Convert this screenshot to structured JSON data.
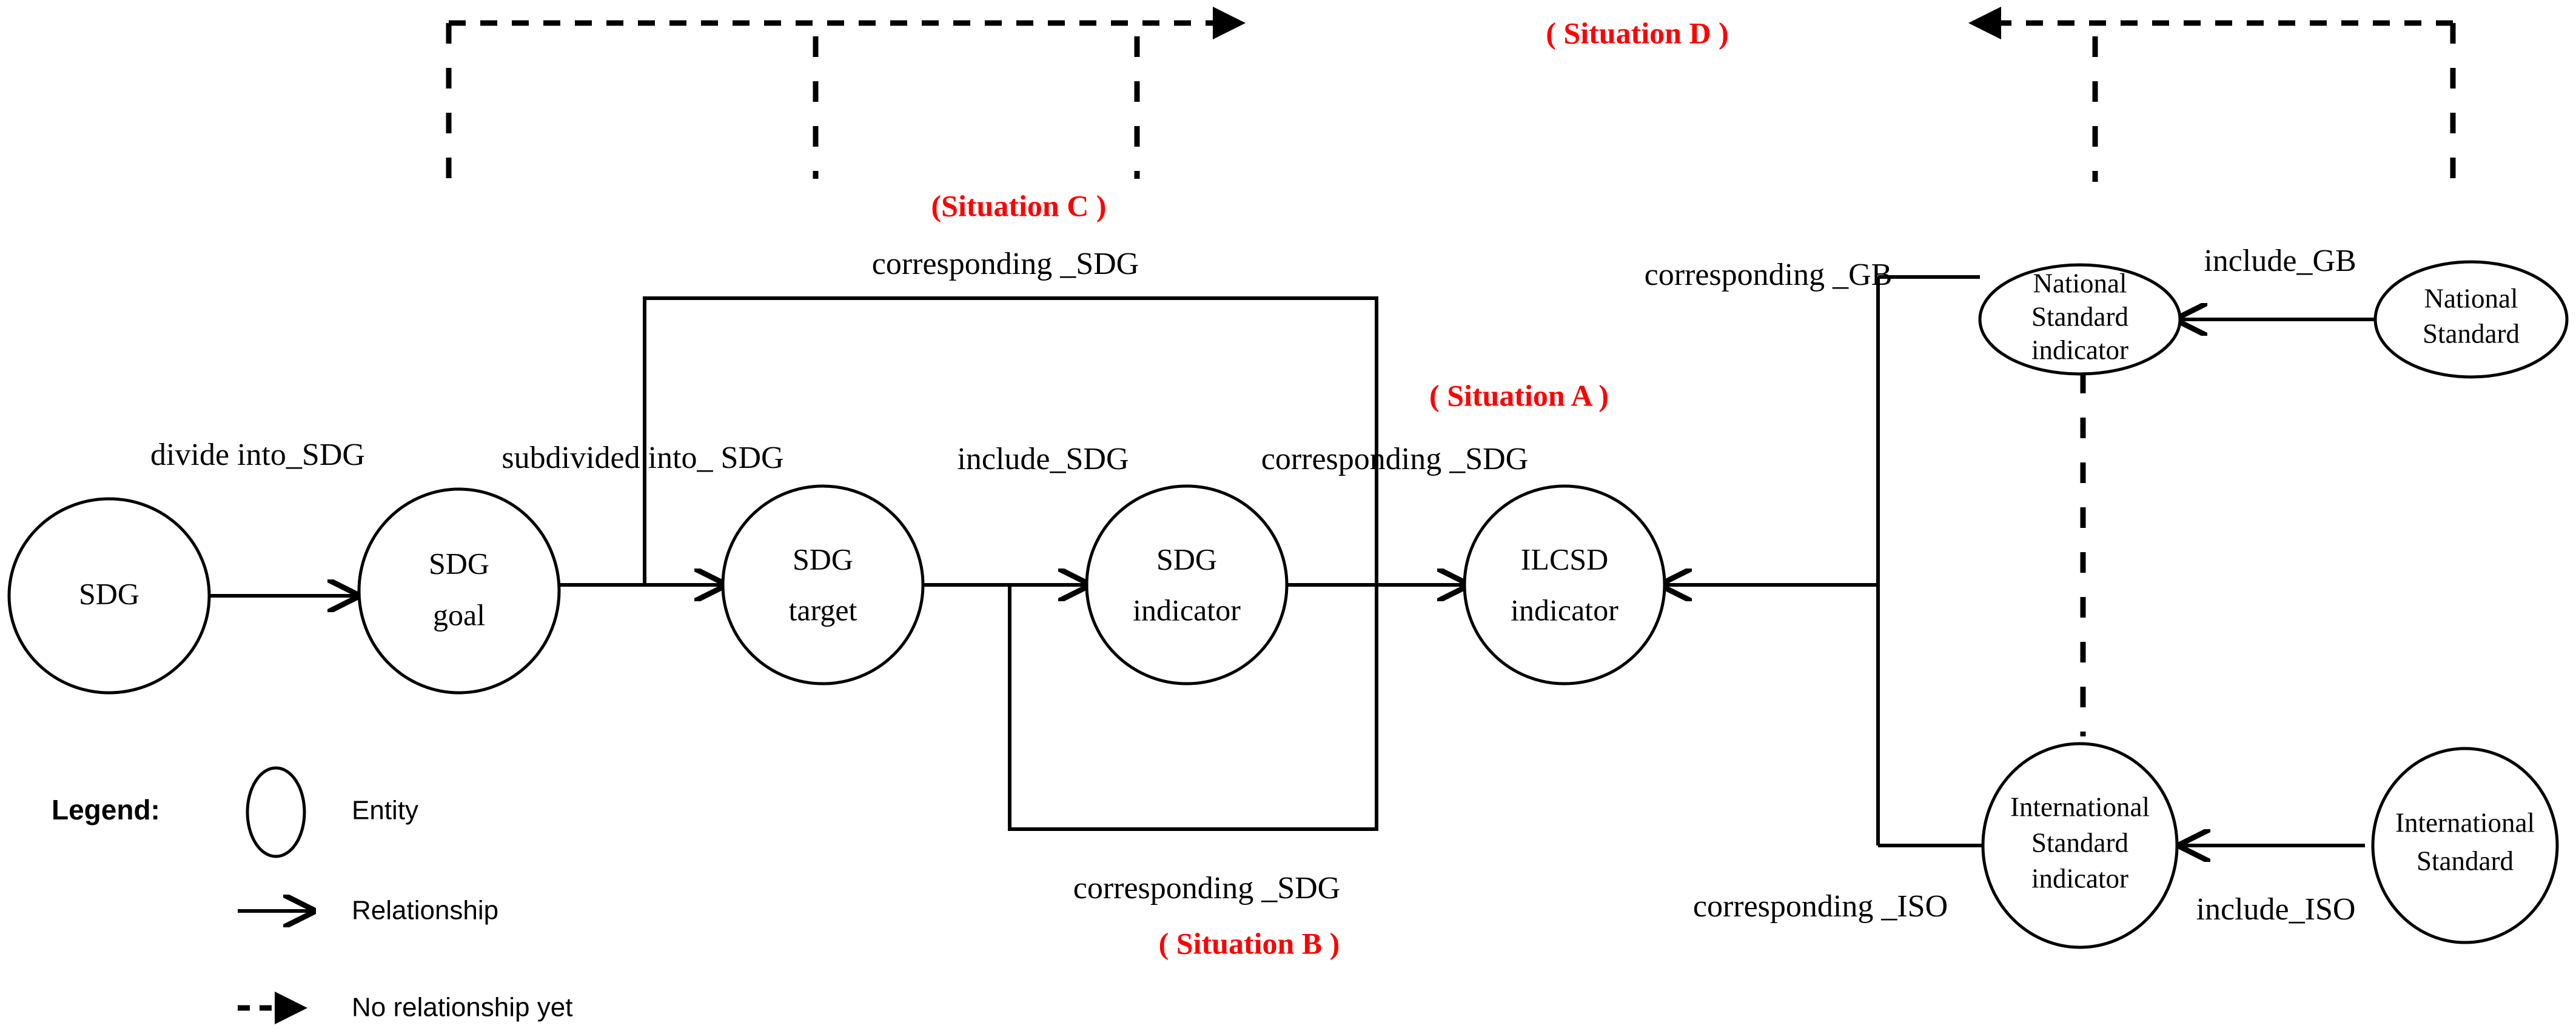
{
  "diagram": {
    "title_present": false,
    "colors": {
      "stroke": "#000000",
      "background": "#ffffff",
      "situation_label": "#FF0000"
    },
    "entities": [
      {
        "id": "sdg",
        "lines": [
          "SDG"
        ]
      },
      {
        "id": "sdg-goal",
        "lines": [
          "SDG",
          "goal"
        ]
      },
      {
        "id": "sdg-target",
        "lines": [
          "SDG",
          "target"
        ]
      },
      {
        "id": "sdg-indicator",
        "lines": [
          "SDG",
          "indicator"
        ]
      },
      {
        "id": "ilcsd-indicator",
        "lines": [
          "ILCSD",
          "indicator"
        ]
      },
      {
        "id": "national-standard-indicator",
        "lines": [
          "National",
          "Standard",
          "indicator"
        ]
      },
      {
        "id": "national-standard",
        "lines": [
          "National",
          "Standard"
        ]
      },
      {
        "id": "international-standard-indicator",
        "lines": [
          "International",
          "Standard",
          "indicator"
        ]
      },
      {
        "id": "international-standard",
        "lines": [
          "International",
          "Standard"
        ]
      }
    ],
    "relationship_labels": [
      {
        "id": "divide-into-sdg",
        "text": "divide into_SDG"
      },
      {
        "id": "subdivided-into-sdg",
        "text": "subdivided into_ SDG"
      },
      {
        "id": "include-sdg",
        "text": "include_SDG"
      },
      {
        "id": "corresponding-sdg-a",
        "text": "corresponding _SDG"
      },
      {
        "id": "corresponding-sdg-c",
        "text": "corresponding _SDG"
      },
      {
        "id": "corresponding-sdg-b",
        "text": "corresponding _SDG"
      },
      {
        "id": "corresponding-gb",
        "text": "corresponding _GB"
      },
      {
        "id": "include-gb",
        "text": "include_GB"
      },
      {
        "id": "corresponding-iso",
        "text": "corresponding _ISO"
      },
      {
        "id": "include-iso",
        "text": "include_ISO"
      }
    ],
    "situations": [
      {
        "id": "a",
        "text": "( Situation A )"
      },
      {
        "id": "b",
        "text": "( Situation B )"
      },
      {
        "id": "c",
        "text": "(Situation C )"
      },
      {
        "id": "d",
        "text": "( Situation D )"
      }
    ],
    "legend": {
      "title": "Legend:",
      "items": [
        {
          "id": "entity",
          "label": "Entity",
          "symbol": "ellipse-icon"
        },
        {
          "id": "relationship",
          "label": "Relationship",
          "symbol": "solid-arrow-icon"
        },
        {
          "id": "no-relationship",
          "label": "No relationship yet",
          "symbol": "dashed-arrow-icon"
        }
      ]
    }
  }
}
